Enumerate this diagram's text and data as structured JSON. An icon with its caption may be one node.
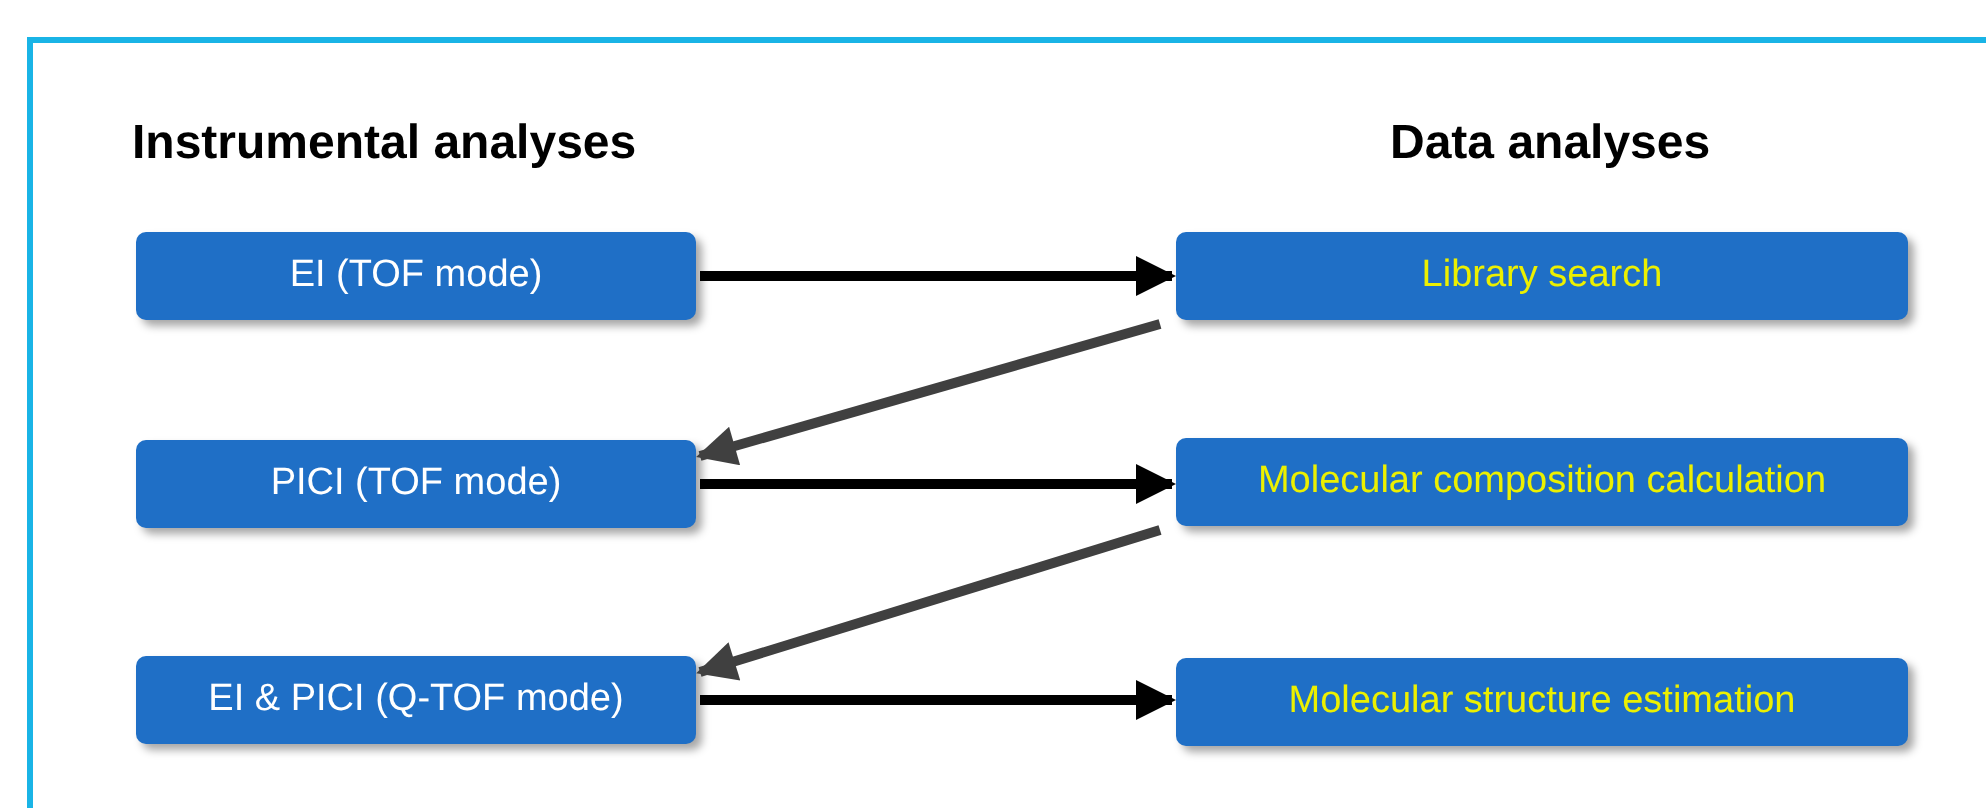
{
  "diagram": {
    "nodes": [
      {
        "text": [
          "EI (TOF mode)"
        ]
      },
      {
        "text": [
          "PICI (TOF mode)"
        ]
      },
      {
        "text": [
          "EI & PICI (Q-TOF mode)"
        ]
      },
      {
        "text": [
          "Library search"
        ]
      },
      {
        "text": [
          "Molecular composition calculation"
        ]
      },
      {
        "text": [
          "Molecular structure estimation"
        ]
      }
    ],
    "edges": [
      {
        "from": 0,
        "to": 3,
        "arrow": "to"
      },
      {
        "from": 3,
        "to": 1,
        "arrow": "to",
        "color": "#404040"
      },
      {
        "from": 1,
        "to": 4,
        "arrow": "to"
      },
      {
        "from": 4,
        "to": 2,
        "arrow": "to",
        "color": "#404040"
      },
      {
        "from": 2,
        "to": 5,
        "arrow": "to"
      }
    ],
    "labels": [
      "Instrumental analyses",
      "Data analyses"
    ]
  }
}
